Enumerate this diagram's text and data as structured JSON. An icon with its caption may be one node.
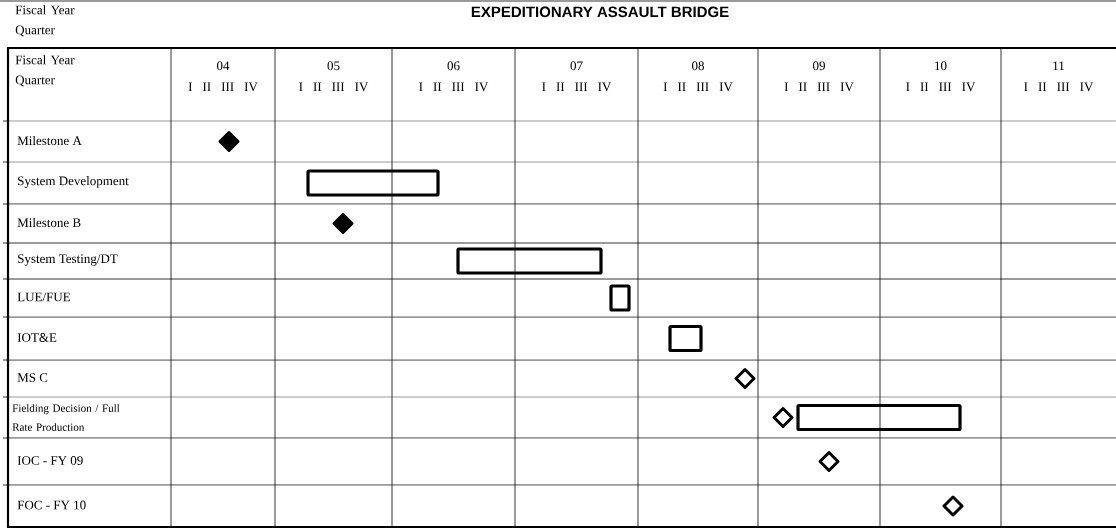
{
  "diagram": {
    "title": "EXPEDITIONARY ASSAULT BRIDGE",
    "labels": [
      "Fiscal Year Quarter",
      "Fiscal Year Quarter",
      "04",
      "I II III IV",
      "05",
      "I II III IV",
      "06",
      "I II III IV",
      "07",
      "I II III IV",
      "08",
      "I II III IV",
      "09",
      "I II III IV",
      "10",
      "I II III IV",
      "11",
      "I II III IV",
      "Milestone A",
      "System Development",
      "Milestone B",
      "System Testing/DT",
      "LUE/FUE",
      "IOT&E",
      "MS C",
      "Fielding Decision / Full Rate Production",
      "IOC - FY 09",
      "FOC - FY 10"
    ]
  }
}
